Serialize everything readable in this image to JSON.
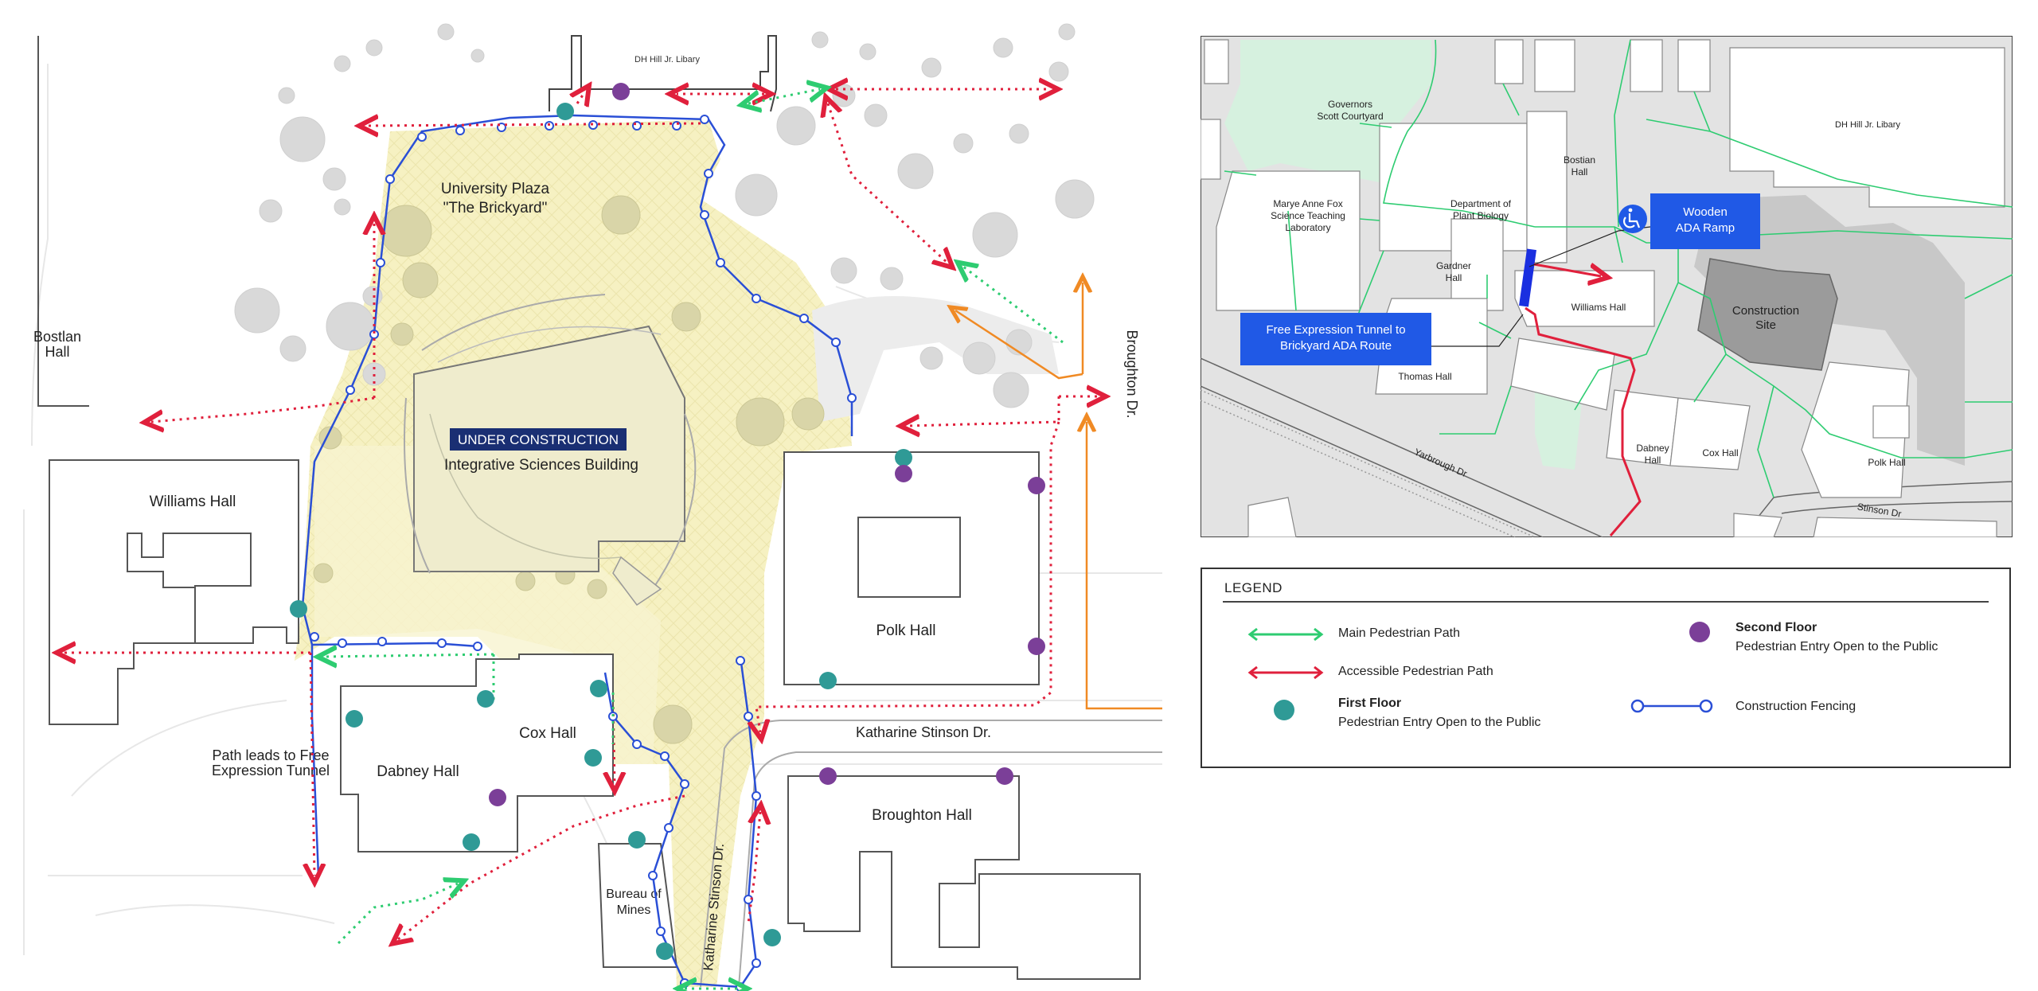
{
  "colors": {
    "main_path": "#2ecc71",
    "accessible_path": "#e0203c",
    "first_floor": "#2f9a96",
    "second_floor": "#7b3f98",
    "fencing": "#2a4fd6",
    "plaza": "#f7f3c4",
    "construction_label_bg": "#1a2f73",
    "orange_route": "#f08a24",
    "inset_green": "#d6f1df",
    "inset_callout": "#2059e6"
  },
  "main_map": {
    "labels": {
      "dh_hill": "DH Hill Jr. Libary",
      "plaza_line1": "University Plaza",
      "plaza_line2": "\"The Brickyard\"",
      "bostlan_line1": "Bostlan",
      "bostlan_line2": "Hall",
      "under_construction": "UNDER CONSTRUCTION",
      "isb": "Integrative Sciences Building",
      "williams": "Williams Hall",
      "polk": "Polk Hall",
      "cox": "Cox Hall",
      "dabney": "Dabney Hall",
      "broughton_hall": "Broughton Hall",
      "bureau_line1": "Bureau of",
      "bureau_line2": "Mines",
      "katharine_dr_h": "Katharine Stinson  Dr.",
      "katharine_dr_v": "Katharine Stinson Dr.",
      "broughton_dr": "Broughton Dr.",
      "path_note_line1": "Path leads to Free",
      "path_note_line2": "Expression Tunnel"
    }
  },
  "inset_map": {
    "labels": {
      "governors_line1": "Governors",
      "governors_line2": "Scott Courtyard",
      "dh_hill": "DH Hill Jr. Libary",
      "bostian_line1": "Bostian",
      "bostian_line2": "Hall",
      "fox_line1": "Marye Anne Fox",
      "fox_line2": "Science Teaching",
      "fox_line3": "Laboratory",
      "plant_line1": "Department of",
      "plant_line2": "Plant Biology",
      "gardner_line1": "Gardner",
      "gardner_line2": "Hall",
      "williams": "Williams Hall",
      "thomas": "Thomas Hall",
      "construction_line1": "Construction",
      "construction_line2": "Site",
      "dabney_line1": "Dabney",
      "dabney_line2": "Hall",
      "cox": "Cox Hall",
      "polk": "Polk Hall",
      "yarbrough": "Yarbrough Dr",
      "stinson": "Stinson Dr"
    },
    "callouts": {
      "ramp_line1": "Wooden",
      "ramp_line2": "ADA Ramp",
      "tunnel_line1": "Free Expression Tunnel to",
      "tunnel_line2": "Brickyard ADA Route"
    },
    "icons": [
      "wheelchair-icon"
    ]
  },
  "legend": {
    "title": "LEGEND",
    "items": {
      "main_path": "Main Pedestrian Path",
      "accessible_path": "Accessible Pedestrian Path",
      "first_floor_title": "First Floor",
      "first_floor_desc": "Pedestrian Entry Open to the Public",
      "second_floor_title": "Second Floor",
      "second_floor_desc": "Pedestrian Entry Open to the Public",
      "fencing": "Construction Fencing"
    }
  }
}
